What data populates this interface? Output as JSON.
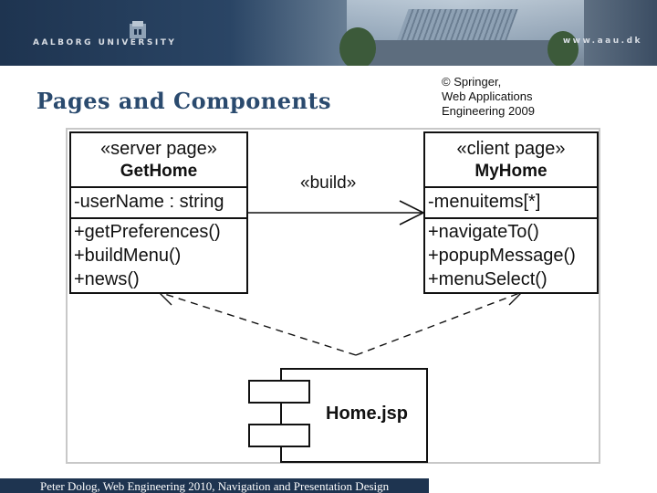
{
  "header": {
    "logo_text": "AALBORG UNIVERSITY",
    "url": "www.aau.dk"
  },
  "slide": {
    "title": "Pages and Components",
    "copyright": "© Springer,\nWeb Applications\nEngineering 2009",
    "footer": "Peter Dolog, Web Engineering 2010, Navigation and Presentation Design"
  },
  "diagram": {
    "server_page": {
      "stereotype": "«server page»",
      "name": "GetHome",
      "attributes": [
        "-userName : string"
      ],
      "operations": [
        "+getPreferences()",
        "+buildMenu()",
        "+news()"
      ]
    },
    "client_page": {
      "stereotype": "«client page»",
      "name": "MyHome",
      "attributes": [
        "-menuitems[*]"
      ],
      "operations": [
        "+navigateTo()",
        "+popupMessage()",
        "+menuSelect()"
      ]
    },
    "build_label": "«build»",
    "component_name": "Home.jsp"
  },
  "colors": {
    "title": "#2a4a6e",
    "banner": "#1e3450",
    "footer_bg": "#1e3450"
  }
}
